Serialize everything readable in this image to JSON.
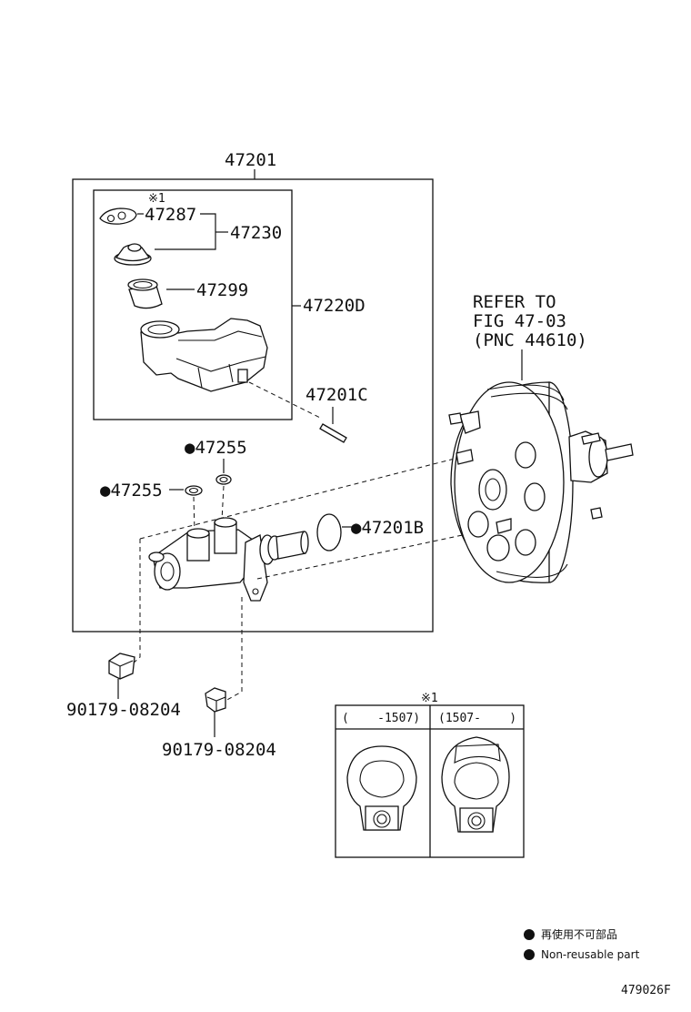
{
  "figure_code": "479026F",
  "callouts": {
    "assembly": "47201",
    "reservoir_set": "47220D",
    "grommet_a": "47287",
    "cap_kit": "47230",
    "grommet_b": "47299",
    "pin": "47201C",
    "gasket_top": "●47255",
    "gasket_side": "●47255",
    "o_ring": "●47201B",
    "plug_1": "90179-08204",
    "plug_2": "90179-08204",
    "note_mark": "※1",
    "refer_line1": "REFER TO",
    "refer_line2": "FIG 47-03",
    "refer_line3": "(PNC 44610)"
  },
  "inset": {
    "mark": "※1",
    "col_left": "(    -1507)",
    "col_right": "(1507-    )"
  },
  "legend": {
    "line_jp": "再使用不可部品",
    "line_en": "Non-reusable part"
  }
}
